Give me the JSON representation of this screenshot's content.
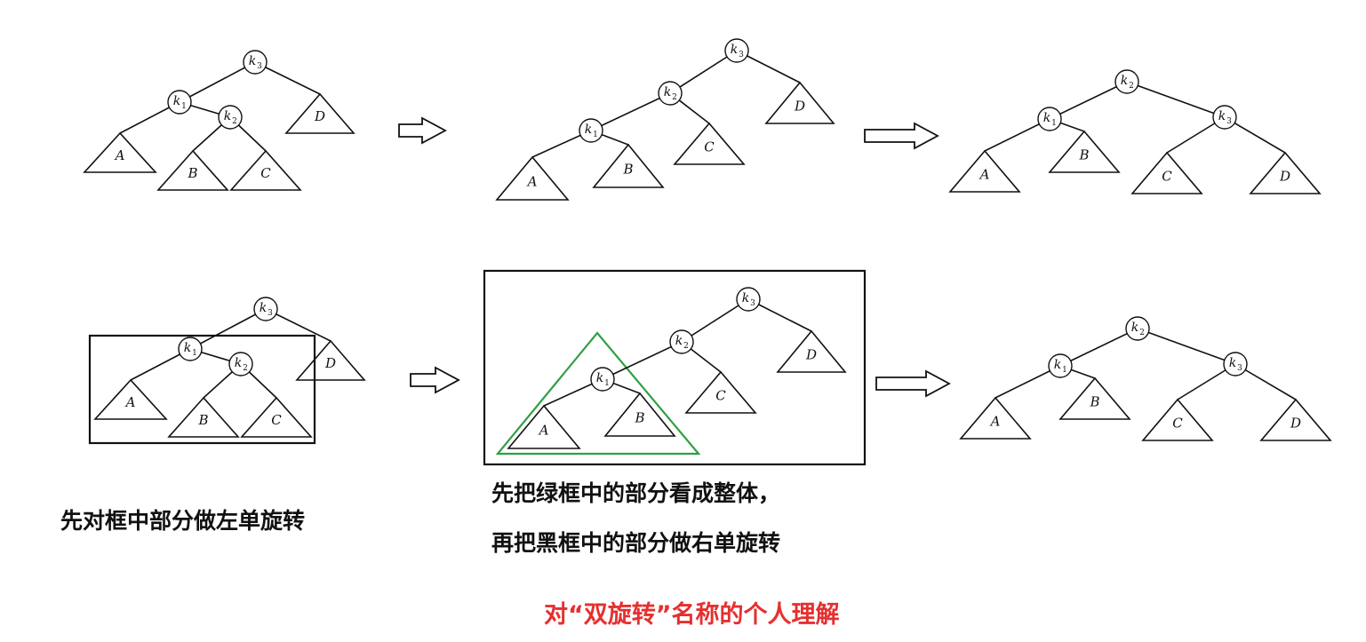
{
  "node_names": {
    "k1": "k",
    "k2": "k",
    "k3": "k"
  },
  "node_subscripts": {
    "k1": "1",
    "k2": "2",
    "k3": "3"
  },
  "subtree_labels": [
    "A",
    "B",
    "C",
    "D"
  ],
  "caption_left": "先对框中部分做左单旋转",
  "caption_middle": [
    "先把绿框中的部分看成整体，",
    "再把黑框中的部分做右单旋转"
  ],
  "title": "对“双旋转”名称的个人理解",
  "colors": {
    "highlight_box": "#111111",
    "green_box": "#2ea043",
    "title": "#e53030"
  }
}
